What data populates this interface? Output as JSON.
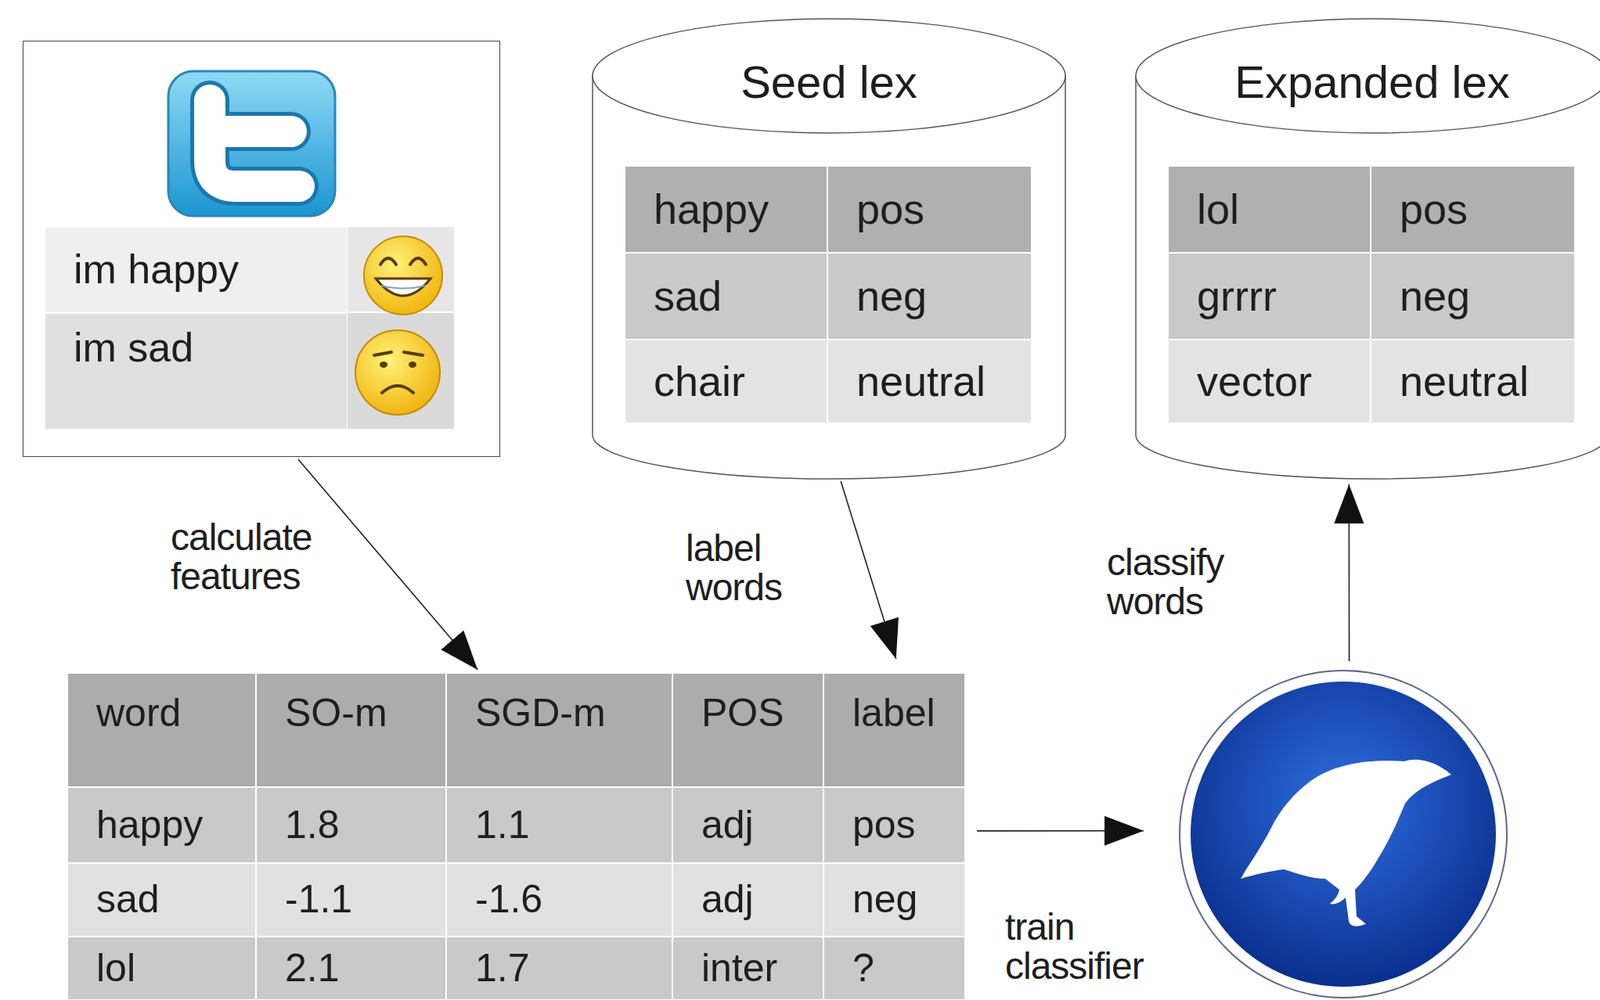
{
  "diagram": {
    "nodes": [
      {
        "text": [
          "im happy",
          "im sad"
        ]
      },
      {
        "text": [
          "Seed lex",
          "happy",
          "pos",
          "sad",
          "neg",
          "chair",
          "neutral"
        ]
      },
      {
        "text": [
          "Expanded lex",
          "lol",
          "pos",
          "grrrr",
          "neg",
          "vector",
          "neutral"
        ]
      },
      {
        "text": [
          "word",
          "SO-m",
          "SGD-m",
          "POS",
          "label",
          "happy",
          "1.8",
          "1.1",
          "adj",
          "pos",
          "sad",
          "-1.1",
          "-1.6",
          "adj",
          "neg",
          "lol",
          "2.1",
          "1.7",
          "inter",
          "?"
        ]
      },
      {
        "text": []
      }
    ],
    "edges": [
      {
        "from": 0,
        "to": 3,
        "arrow": "to",
        "label": "calculate features"
      },
      {
        "from": 1,
        "to": 3,
        "arrow": "to",
        "label": "label words"
      },
      {
        "from": 3,
        "to": 4,
        "arrow": "to",
        "label": "train classifier"
      },
      {
        "from": 4,
        "to": 2,
        "arrow": "to",
        "label": "classify words"
      }
    ]
  }
}
